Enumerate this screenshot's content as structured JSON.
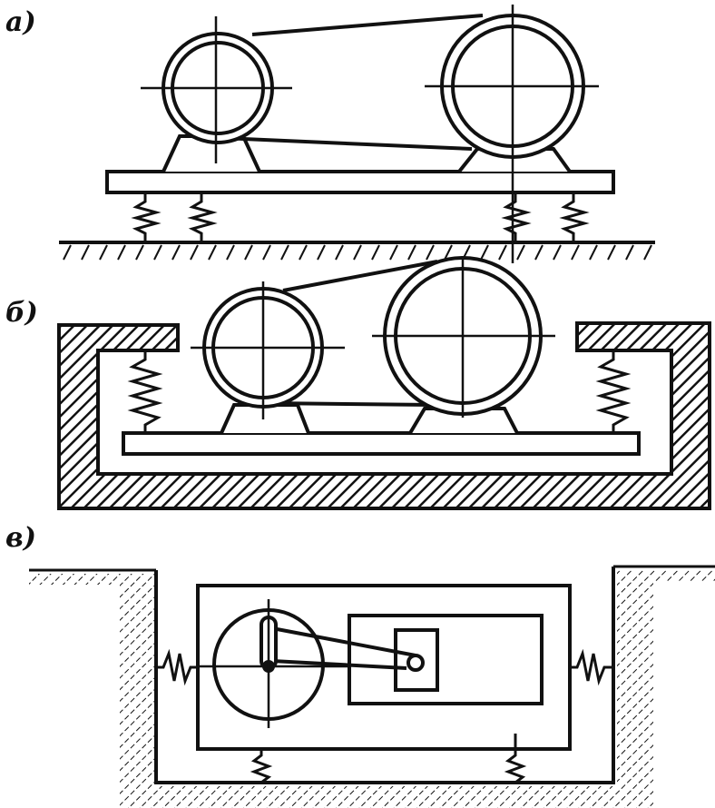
{
  "labels": {
    "a": "а)",
    "b": "б)",
    "v": "в)"
  },
  "colors": {
    "ink": "#111111",
    "paper": "#ffffff"
  }
}
